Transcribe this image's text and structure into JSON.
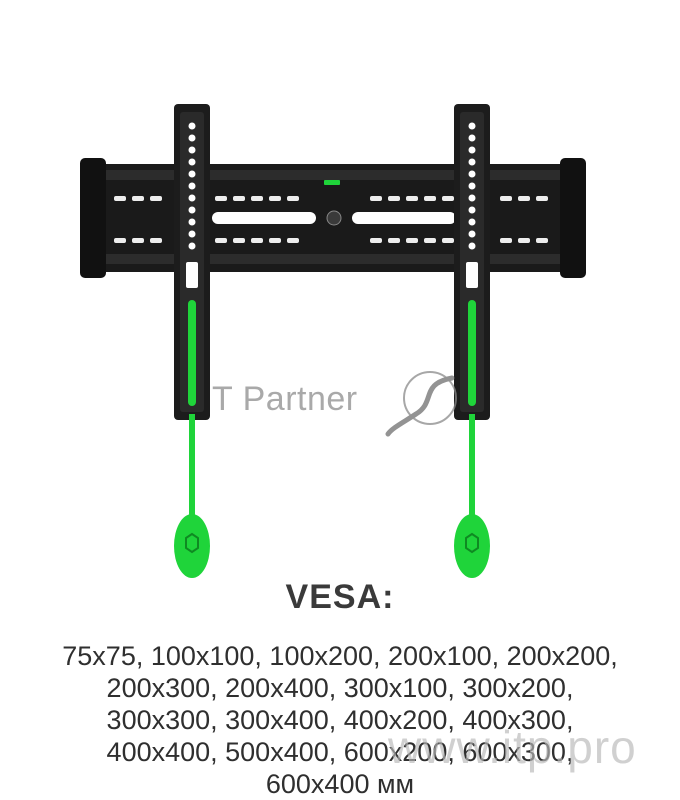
{
  "product": {
    "icon": "tv-wall-mount-image",
    "accent_color": "#1fd43a",
    "bracket_color": "#1c1c1c"
  },
  "watermark": {
    "brand_text": "T Partner",
    "brand_logo": "swoosh-logo-icon",
    "url_text": "www.itp.pro"
  },
  "vesa": {
    "title": "VESA:",
    "lines": [
      "75x75, 100x100, 100x200, 200x100, 200x200,",
      "200x300, 200x400, 300x100, 300x200,",
      "300x300, 300x400, 400x200, 400x300,",
      "400x400, 500x400, 600x200, 600x300,",
      "600x400 мм"
    ]
  }
}
